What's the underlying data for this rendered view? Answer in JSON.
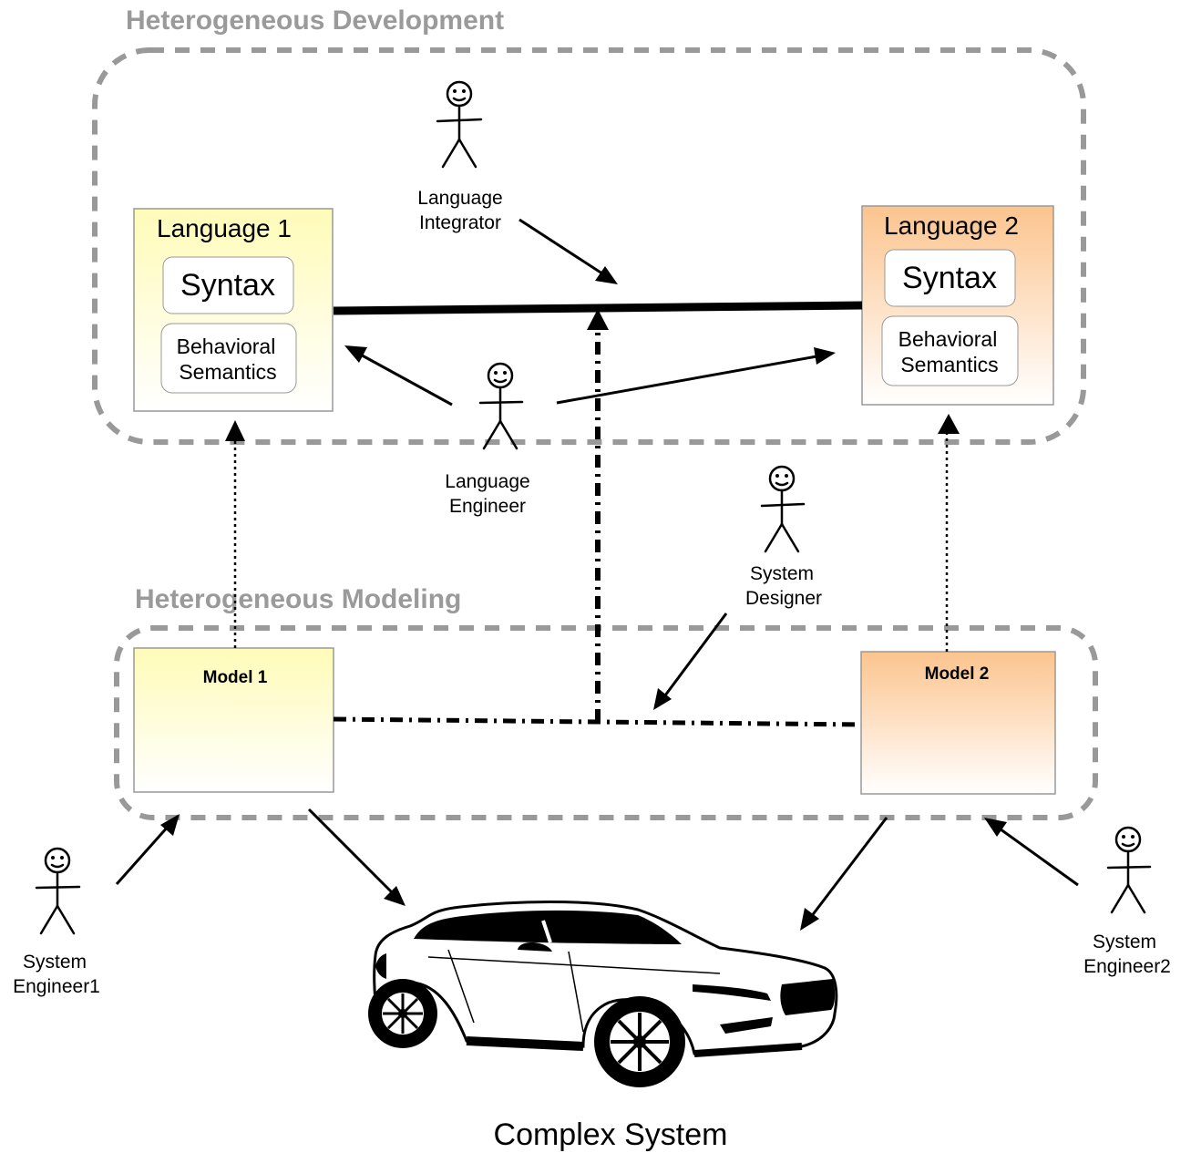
{
  "regions": {
    "development_title": "Heterogeneous Development",
    "modeling_title": "Heterogeneous Modeling"
  },
  "languages": [
    {
      "title": "Language 1",
      "syntax": "Syntax",
      "semantics_line1": "Behavioral",
      "semantics_line2": "Semantics",
      "color": "#fffbb8"
    },
    {
      "title": "Language 2",
      "syntax": "Syntax",
      "semantics_line1": "Behavioral",
      "semantics_line2": "Semantics",
      "color": "#fcc48e"
    }
  ],
  "models": [
    {
      "title": "Model 1",
      "color": "#fffbb8"
    },
    {
      "title": "Model 2",
      "color": "#fcc48e"
    }
  ],
  "actors": {
    "language_integrator": {
      "line1": "Language",
      "line2": "Integrator"
    },
    "language_engineer": {
      "line1": "Language",
      "line2": "Engineer"
    },
    "system_designer": {
      "line1": "System",
      "line2": "Designer"
    },
    "system_engineer1": {
      "line1": "System",
      "line2": "Engineer1"
    },
    "system_engineer2": {
      "line1": "System",
      "line2": "Engineer2"
    }
  },
  "caption": "Complex System"
}
